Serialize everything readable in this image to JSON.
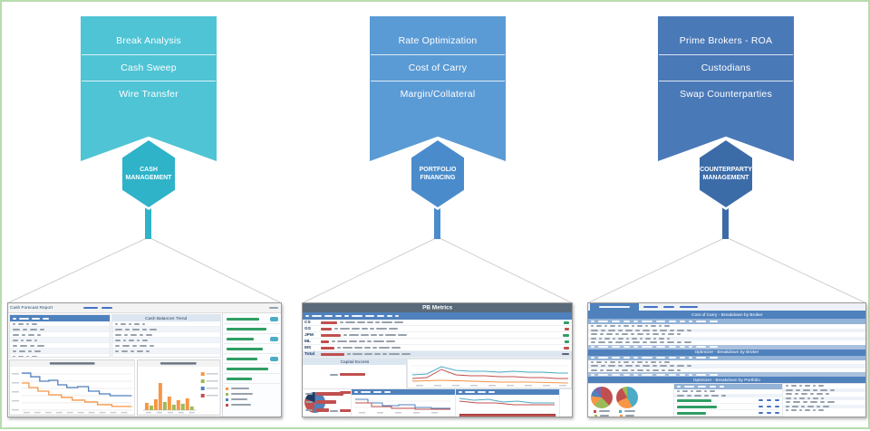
{
  "diagram": {
    "frame_border_color": "#B8DCAE",
    "columns": [
      {
        "name": "cash-management",
        "banner_color": "#4FC4D5",
        "hex_color": "#2EB3C9",
        "banner_items": [
          "Break Analysis",
          "Cash Sweep",
          "Wire Transfer"
        ],
        "hex_label_line1": "CASH",
        "hex_label_line2": "MANAGEMENT"
      },
      {
        "name": "portfolio-financing",
        "banner_color": "#5B9BD5",
        "hex_color": "#4A8CCB",
        "banner_items": [
          "Rate Optimization",
          "Cost of Carry",
          "Margin/Collateral"
        ],
        "hex_label_line1": "PORTFOLIO",
        "hex_label_line2": "FINANCING"
      },
      {
        "name": "counterparty-management",
        "banner_color": "#4A79B8",
        "hex_color": "#3C6CA8",
        "banner_items": [
          "Prime Brokers - ROA",
          "Custodians",
          "Swap Counterparties"
        ],
        "hex_label_line1": "COUNTERPARTY",
        "hex_label_line2": "MANAGEMENT"
      }
    ]
  },
  "dashboards": {
    "cash": {
      "header_link": "Cash Forecast Report",
      "table_title": "Cash Balances Trend",
      "chart_colors": {
        "line1": "#4f81bd",
        "line2": "#f79646",
        "bar_orange": "#f79646",
        "bar_green": "#9bbb59"
      }
    },
    "portfolio": {
      "title": "PB Metrics",
      "capital_section_title": "Capital Excess",
      "row_labels": [
        "CS",
        "GS",
        "JPM",
        "ML",
        "MS",
        "Total"
      ],
      "accent_colors": {
        "header": "#4f81bd",
        "red": "#c0504f",
        "teal": "#4bacc6",
        "orange": "#f79646"
      }
    },
    "counterparty": {
      "band_cost_of_carry": "Cost of Carry - Breakdown by Broker",
      "band_optimizer_broker": "Optimizer - Breakdown by Broker",
      "band_optimizer_portfolio": "Optimizer - Breakdown by Portfolio",
      "accent_colors": {
        "header": "#4f81bd",
        "subheader": "#93b3d7",
        "total_row": "#a9c0de"
      }
    }
  }
}
